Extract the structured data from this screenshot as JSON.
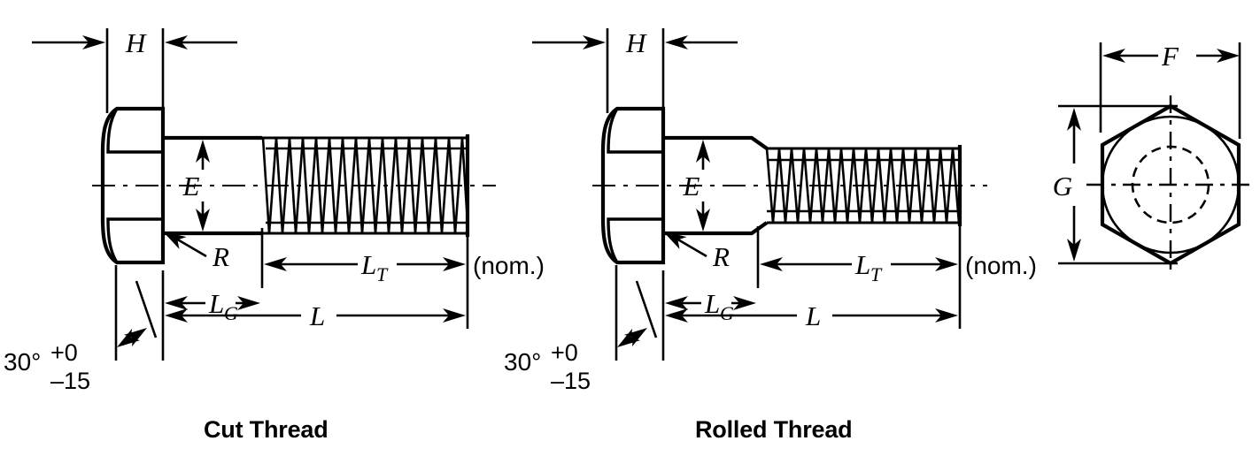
{
  "figure": {
    "title_visible": false,
    "type": "engineering-drawing",
    "subject": "hex head bolt dimensional definitions",
    "background_color": "#ffffff",
    "line_color": "#000000"
  },
  "views": [
    {
      "id": "cut-thread",
      "caption": "Cut Thread",
      "description": "Side elevation of hex head bolt with cut (machined) threads; thread major diameter equals shank diameter with abrupt runout.",
      "labels": {
        "head_height": "H",
        "shank_diameter": "E",
        "fillet_radius": "R",
        "thread_length": "L",
        "thread_length_sub": "T",
        "grip_length": "L",
        "grip_length_sub": "G",
        "overall_length": "L",
        "nominal_note": "(nom.)",
        "chamfer_angle": "30°",
        "chamfer_tol_upper": "+0",
        "chamfer_tol_lower": "–15"
      }
    },
    {
      "id": "rolled-thread",
      "caption": "Rolled Thread",
      "description": "Side elevation of hex head bolt with rolled threads; shank necks down via a taper to the thread pitch diameter.",
      "labels": {
        "head_height": "H",
        "shank_diameter": "E",
        "fillet_radius": "R",
        "thread_length": "L",
        "thread_length_sub": "T",
        "grip_length": "L",
        "grip_length_sub": "G",
        "overall_length": "L",
        "nominal_note": "(nom.)",
        "chamfer_angle": "30°",
        "chamfer_tol_upper": "+0",
        "chamfer_tol_lower": "–15"
      }
    },
    {
      "id": "head-end-view",
      "caption": "",
      "description": "End view of hexagonal head showing width across flats F, width across corners G, chamfer circle and hidden thread circle.",
      "labels": {
        "across_flats": "F",
        "across_corners": "G"
      }
    }
  ],
  "dimension_symbols": [
    {
      "symbol": "H",
      "meaning": "head height"
    },
    {
      "symbol": "E",
      "meaning": "shank / body diameter"
    },
    {
      "symbol": "R",
      "meaning": "fillet radius under head"
    },
    {
      "symbol": "L_T",
      "meaning": "thread length"
    },
    {
      "symbol": "L_G",
      "meaning": "grip length"
    },
    {
      "symbol": "L",
      "meaning": "overall bolt length"
    },
    {
      "symbol": "F",
      "meaning": "width across flats"
    },
    {
      "symbol": "G",
      "meaning": "width across corners"
    }
  ],
  "annotations": {
    "nominal": "(nom.)",
    "angle_value": "30°",
    "angle_tol_plus": "+0",
    "angle_tol_minus": "–15"
  }
}
